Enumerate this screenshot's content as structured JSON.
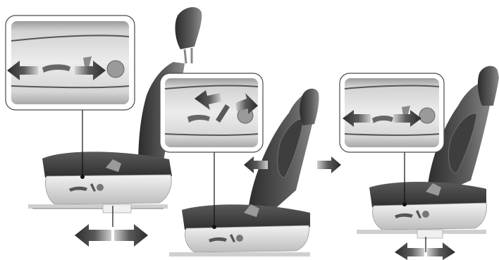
{
  "figure": {
    "description_text": "",
    "panels": [
      {
        "id": "seat-1",
        "callout": "seat-adjust-control-fore-aft",
        "motion": "forward-backward"
      },
      {
        "id": "seat-2",
        "callout": "seat-adjust-control-tilt",
        "motion": "forward-backward"
      },
      {
        "id": "seat-3",
        "callout": "seat-adjust-control-fore-aft",
        "motion": "forward-backward"
      }
    ],
    "colors": {
      "seat_dark": "#3a3a3a",
      "seat_mid": "#6e6e6e",
      "seat_light": "#d9d9d9",
      "callout_bg": "#e6e6e6",
      "arrow_dark": "#2b2b2b",
      "arrow_light": "#bdbdbd",
      "line": "#111111"
    },
    "icons": [
      "double-arrow-icon",
      "seat-icon",
      "control-switch-icon",
      "knob-icon"
    ]
  }
}
